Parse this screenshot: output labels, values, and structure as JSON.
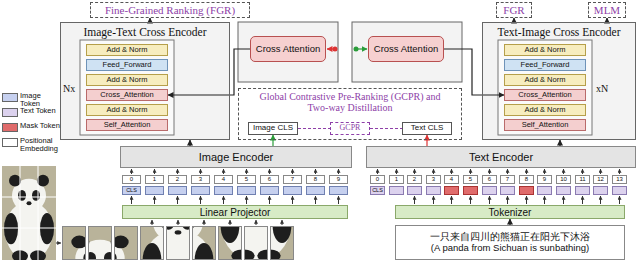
{
  "diagram": {
    "nodes": [
      {
        "text": [
          "Fine-Grained Ranking (FGR)"
        ]
      },
      {
        "text": [
          "FGR"
        ]
      },
      {
        "text": [
          "MLM"
        ]
      },
      {
        "text": [
          "Image-Text Cross Encoder"
        ]
      },
      {
        "text": [
          "Add & Norm"
        ],
        "in": 3
      },
      {
        "text": [
          "Feed_Forward"
        ],
        "in": 3
      },
      {
        "text": [
          "Add & Norm"
        ],
        "in": 3
      },
      {
        "text": [
          "Cross_Attention"
        ],
        "in": 3
      },
      {
        "text": [
          "Add & Norm"
        ],
        "in": 3
      },
      {
        "text": [
          "Self_Attention"
        ],
        "in": 3
      },
      {
        "text": [
          "Cross Attention"
        ]
      },
      {
        "text": [
          "Cross Attention"
        ]
      },
      {
        "text": [
          "Text-Image Cross Encoder"
        ]
      },
      {
        "text": [
          "Add & Norm"
        ],
        "in": 12
      },
      {
        "text": [
          "Feed_Forward"
        ],
        "in": 12
      },
      {
        "text": [
          "Add & Norm"
        ],
        "in": 12
      },
      {
        "text": [
          "Cross_Attention"
        ],
        "in": 12
      },
      {
        "text": [
          "Add & Norm"
        ],
        "in": 12
      },
      {
        "text": [
          "Self_Attention"
        ],
        "in": 12
      },
      {
        "text": [
          "Global Contrastive Pre-Ranking (GCPR) and Two-way Distillation"
        ]
      },
      {
        "text": [
          "Image CLS"
        ],
        "in": 19
      },
      {
        "text": [
          "GCPR"
        ],
        "in": 19
      },
      {
        "text": [
          "Text CLS"
        ],
        "in": 19
      },
      {
        "text": [
          "Image Encoder"
        ]
      },
      {
        "text": [
          "Text Encoder"
        ]
      },
      {
        "text": [
          "0"
        ]
      },
      {
        "text": [
          "1"
        ]
      },
      {
        "text": [
          "2"
        ]
      },
      {
        "text": [
          "3"
        ]
      },
      {
        "text": [
          "4"
        ]
      },
      {
        "text": [
          "5"
        ]
      },
      {
        "text": [
          "6"
        ]
      },
      {
        "text": [
          "7"
        ]
      },
      {
        "text": [
          "8"
        ]
      },
      {
        "text": [
          "9"
        ]
      },
      {
        "text": [
          "CLS"
        ]
      },
      {
        "text": [
          "0"
        ]
      },
      {
        "text": [
          "1"
        ]
      },
      {
        "text": [
          "2"
        ]
      },
      {
        "text": [
          "3"
        ]
      },
      {
        "text": [
          "4"
        ]
      },
      {
        "text": [
          "5"
        ]
      },
      {
        "text": [
          "6"
        ]
      },
      {
        "text": [
          "7"
        ]
      },
      {
        "text": [
          "8"
        ]
      },
      {
        "text": [
          "9"
        ]
      },
      {
        "text": [
          "10"
        ]
      },
      {
        "text": [
          "11"
        ]
      },
      {
        "text": [
          "12"
        ]
      },
      {
        "text": [
          "13"
        ]
      },
      {
        "text": [
          "CLS"
        ]
      },
      {
        "text": [
          "Linear Projector"
        ]
      },
      {
        "text": [
          "Tokenizer"
        ]
      },
      {
        "text": [
          "一只来自四川的熊猫正在阳光下沐浴",
          "(A panda from Sichuan is sunbathing)"
        ]
      }
    ],
    "edges": [
      {
        "from": 3,
        "to": 0,
        "arrow": "to"
      },
      {
        "from": 12,
        "to": 1,
        "arrow": "to"
      },
      {
        "from": 12,
        "to": 2,
        "arrow": "to"
      },
      {
        "from": 10,
        "to": 7,
        "arrow": "to"
      },
      {
        "from": 11,
        "to": 16,
        "arrow": "to"
      },
      {
        "from": 20,
        "to": 21,
        "arrow": "none"
      },
      {
        "from": 21,
        "to": 22,
        "arrow": "none"
      },
      {
        "from": 23,
        "to": 3,
        "arrow": "to"
      },
      {
        "from": 23,
        "to": 20,
        "arrow": "to"
      },
      {
        "from": 24,
        "to": 22,
        "arrow": "to"
      },
      {
        "from": 24,
        "to": 12,
        "arrow": "to"
      },
      {
        "from": 53,
        "to": 52,
        "arrow": "to"
      }
    ],
    "labels": [
      "Nx",
      "xN"
    ],
    "legend": [
      {
        "text": "Image Token",
        "color": "#c6d0ef"
      },
      {
        "text": "Text Token",
        "color": "#dcd2ee"
      },
      {
        "text": "Mask Token",
        "color": "#e06b6b"
      },
      {
        "text": "Positional Embedding",
        "color": "#ffffff"
      }
    ]
  }
}
